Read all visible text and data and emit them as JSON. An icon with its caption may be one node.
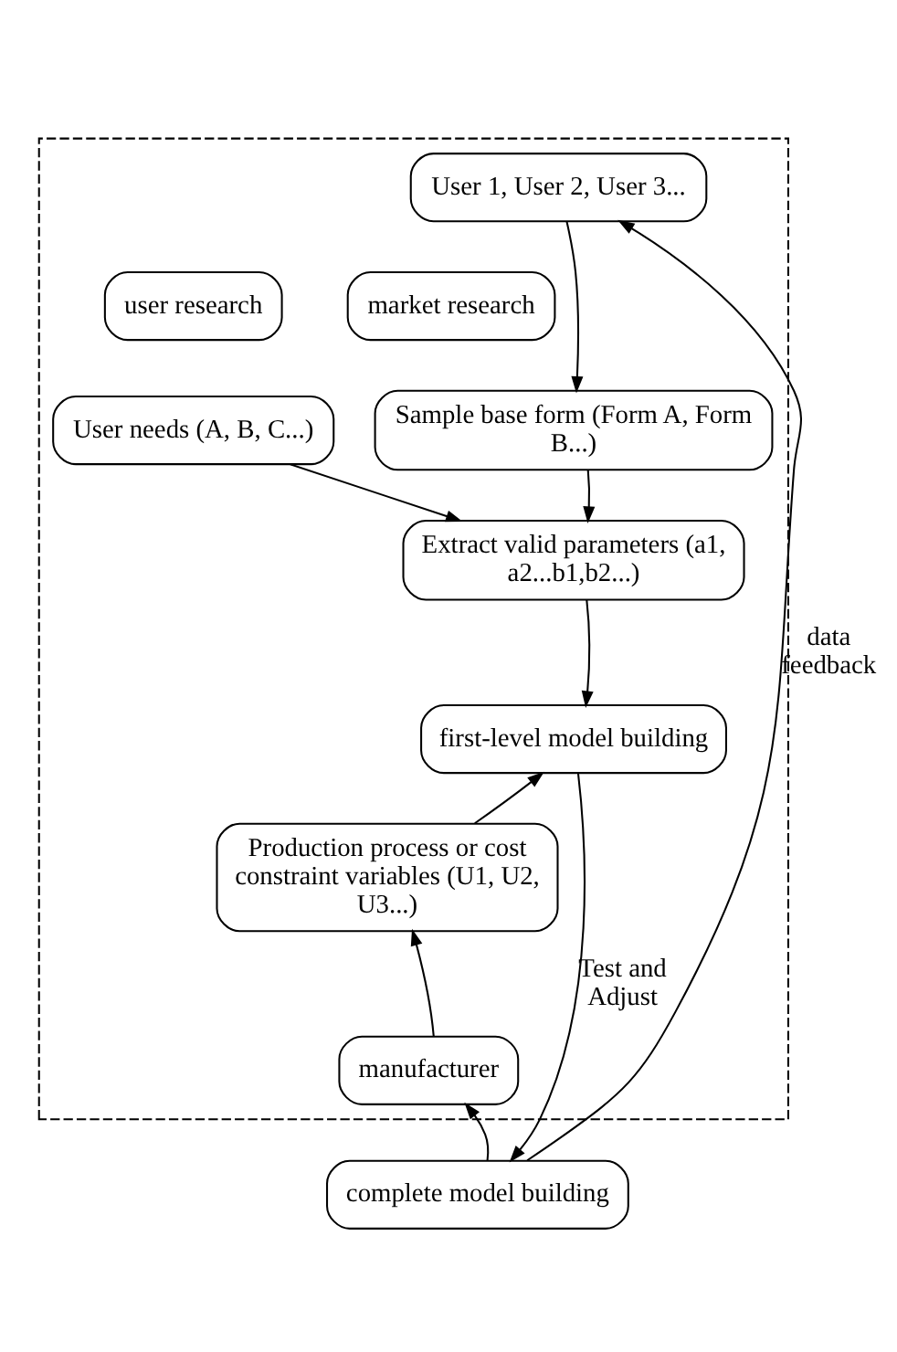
{
  "diagram": {
    "nodes": [
      {
        "text": [],
        "shape": "box"
      },
      {
        "text": [
          "User 1, User 2, User 3..."
        ],
        "in": 0
      },
      {
        "text": [
          "market research"
        ],
        "in": 0
      },
      {
        "text": [
          "user research"
        ],
        "in": 0
      },
      {
        "text": [
          "Sample base form (Form A, Form B...)"
        ],
        "in": 0
      },
      {
        "text": [
          "User needs (A, B, C...)"
        ],
        "in": 0
      },
      {
        "text": [
          "Extract valid parameters (a1, a2...b1,b2...)"
        ],
        "in": 0
      },
      {
        "text": [
          "first-level model building"
        ],
        "in": 0
      },
      {
        "text": [
          "Production process or cost constraint variables (U1, U2, U3...)"
        ],
        "in": 0
      },
      {
        "text": [
          "manufacturer"
        ],
        "in": 0
      },
      {
        "text": [
          "complete model building"
        ]
      }
    ],
    "edges": [
      {
        "from": 1,
        "to": 4,
        "arrow": "to"
      },
      {
        "from": 4,
        "to": 6,
        "arrow": "to"
      },
      {
        "from": 5,
        "to": 6,
        "arrow": "to"
      },
      {
        "from": 6,
        "to": 7,
        "arrow": "to"
      },
      {
        "from": 8,
        "to": 7,
        "arrow": "to"
      },
      {
        "from": 9,
        "to": 8,
        "arrow": "to"
      },
      {
        "from": 7,
        "to": 10,
        "label": "Test and Adjust",
        "arrow": "to"
      },
      {
        "from": 10,
        "to": 1,
        "label": "data feedback",
        "arrow": "to"
      },
      {
        "from": 10,
        "to": 9,
        "arrow": "to"
      }
    ]
  }
}
